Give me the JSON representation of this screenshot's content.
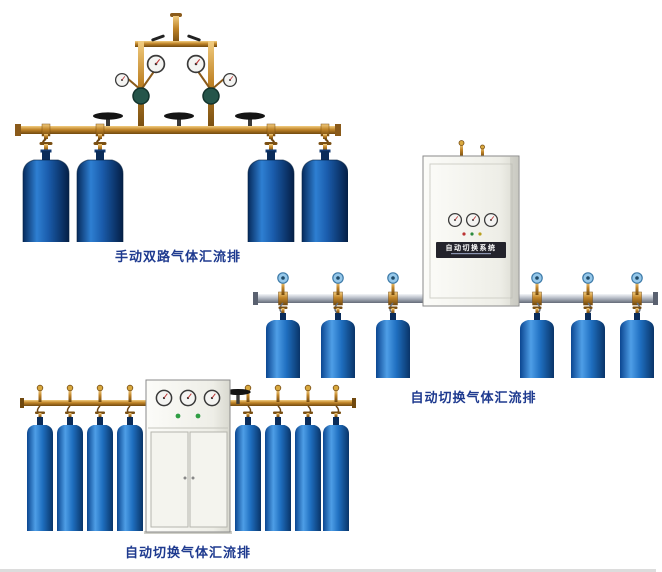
{
  "page": {
    "background_color": "#ffffff",
    "caption_color": "#1e3a8f"
  },
  "products": [
    {
      "type": "manual-dual-line-gas-manifold",
      "caption": "手动双路气体汇流排",
      "cylinder_count": 4,
      "gauge_count": 4,
      "handwheel_valve_count": 3
    },
    {
      "type": "automatic-switchover-gas-manifold-wall-cabinet",
      "caption": "自动切换气体汇流排",
      "cabinet_label": "自动切换系统",
      "cylinder_count": 6,
      "gauge_count": 3
    },
    {
      "type": "automatic-switchover-gas-manifold-floor-cabinet",
      "caption": "自动切换气体汇流排",
      "cylinder_count": 8,
      "gauge_count": 3
    }
  ],
  "colors": {
    "cylinder_dark_blue": "#1a5cac",
    "cylinder_bright_blue": "#2e7fd2",
    "brass_pipe": "#c08428",
    "silver_pipe": "#b6bcc6",
    "cabinet_body": "#eeeee7",
    "cabinet_display_strip": "#23232c",
    "blue_handwheel": "#96c8ea",
    "dark_handwheel": "#141414"
  }
}
